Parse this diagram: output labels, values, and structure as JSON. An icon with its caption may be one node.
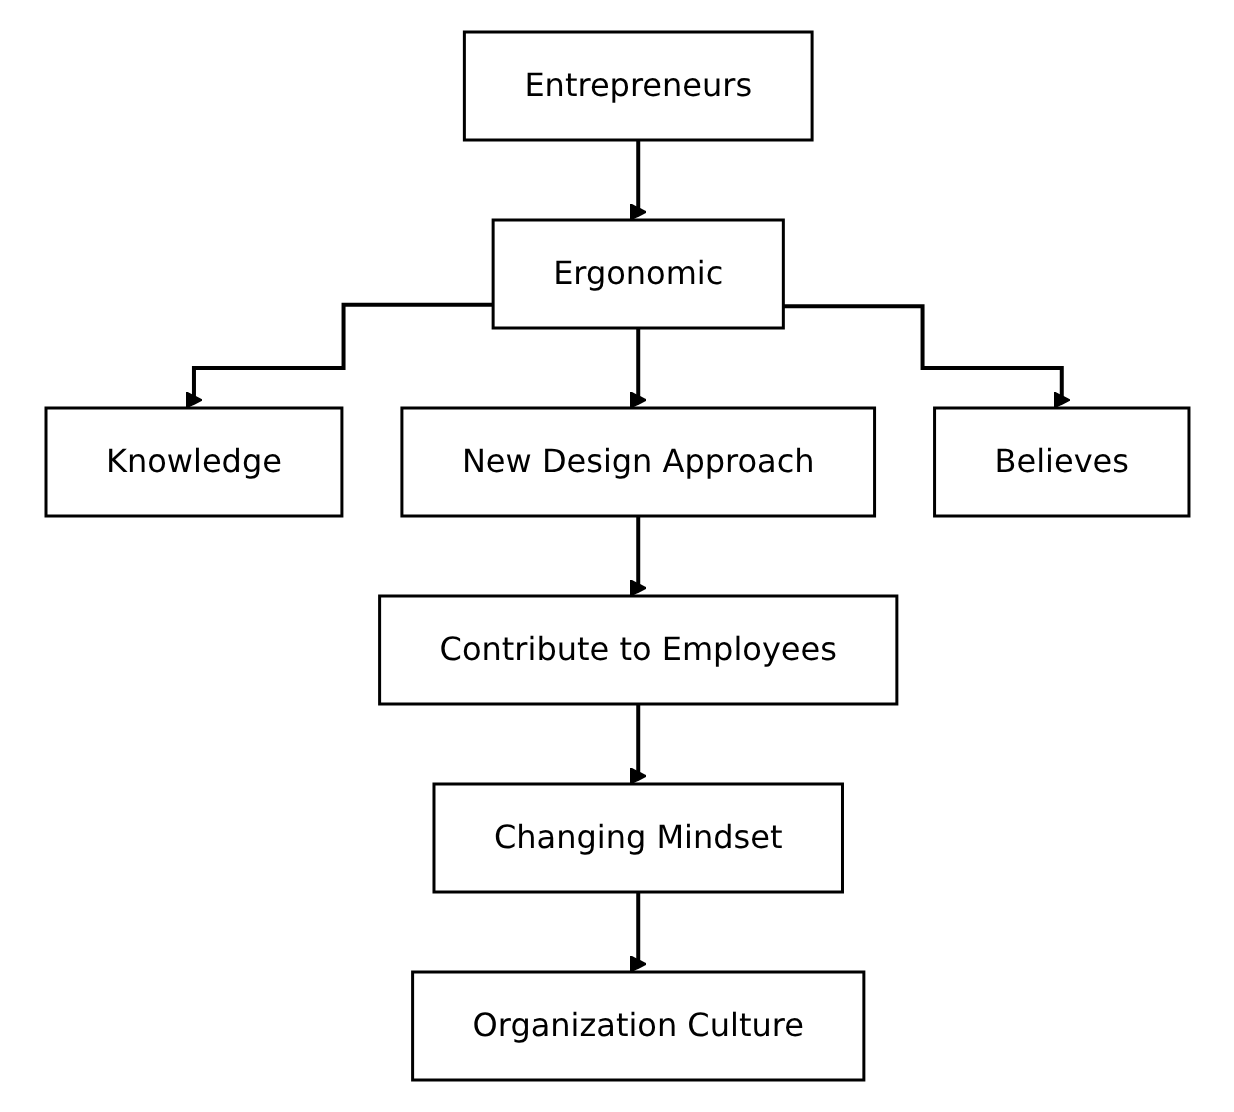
{
  "diagram": {
    "nodes": [
      {
        "text": [
          "Entrepreneurs"
        ]
      },
      {
        "text": [
          "Ergonomic"
        ]
      },
      {
        "text": [
          "Knowledge"
        ]
      },
      {
        "text": [
          "New Design Approach"
        ]
      },
      {
        "text": [
          "Believes"
        ]
      },
      {
        "text": [
          "Contribute to Employees"
        ]
      },
      {
        "text": [
          "Changing Mindset"
        ]
      },
      {
        "text": [
          "Organization Culture"
        ]
      }
    ],
    "edges": [
      {
        "from": 0,
        "to": 1,
        "arrow": "to"
      },
      {
        "from": 1,
        "to": 2,
        "arrow": "to"
      },
      {
        "from": 1,
        "to": 3,
        "arrow": "to"
      },
      {
        "from": 1,
        "to": 4,
        "arrow": "to"
      },
      {
        "from": 3,
        "to": 5,
        "arrow": "to"
      },
      {
        "from": 5,
        "to": 6,
        "arrow": "to"
      },
      {
        "from": 6,
        "to": 7,
        "arrow": "to"
      }
    ]
  }
}
